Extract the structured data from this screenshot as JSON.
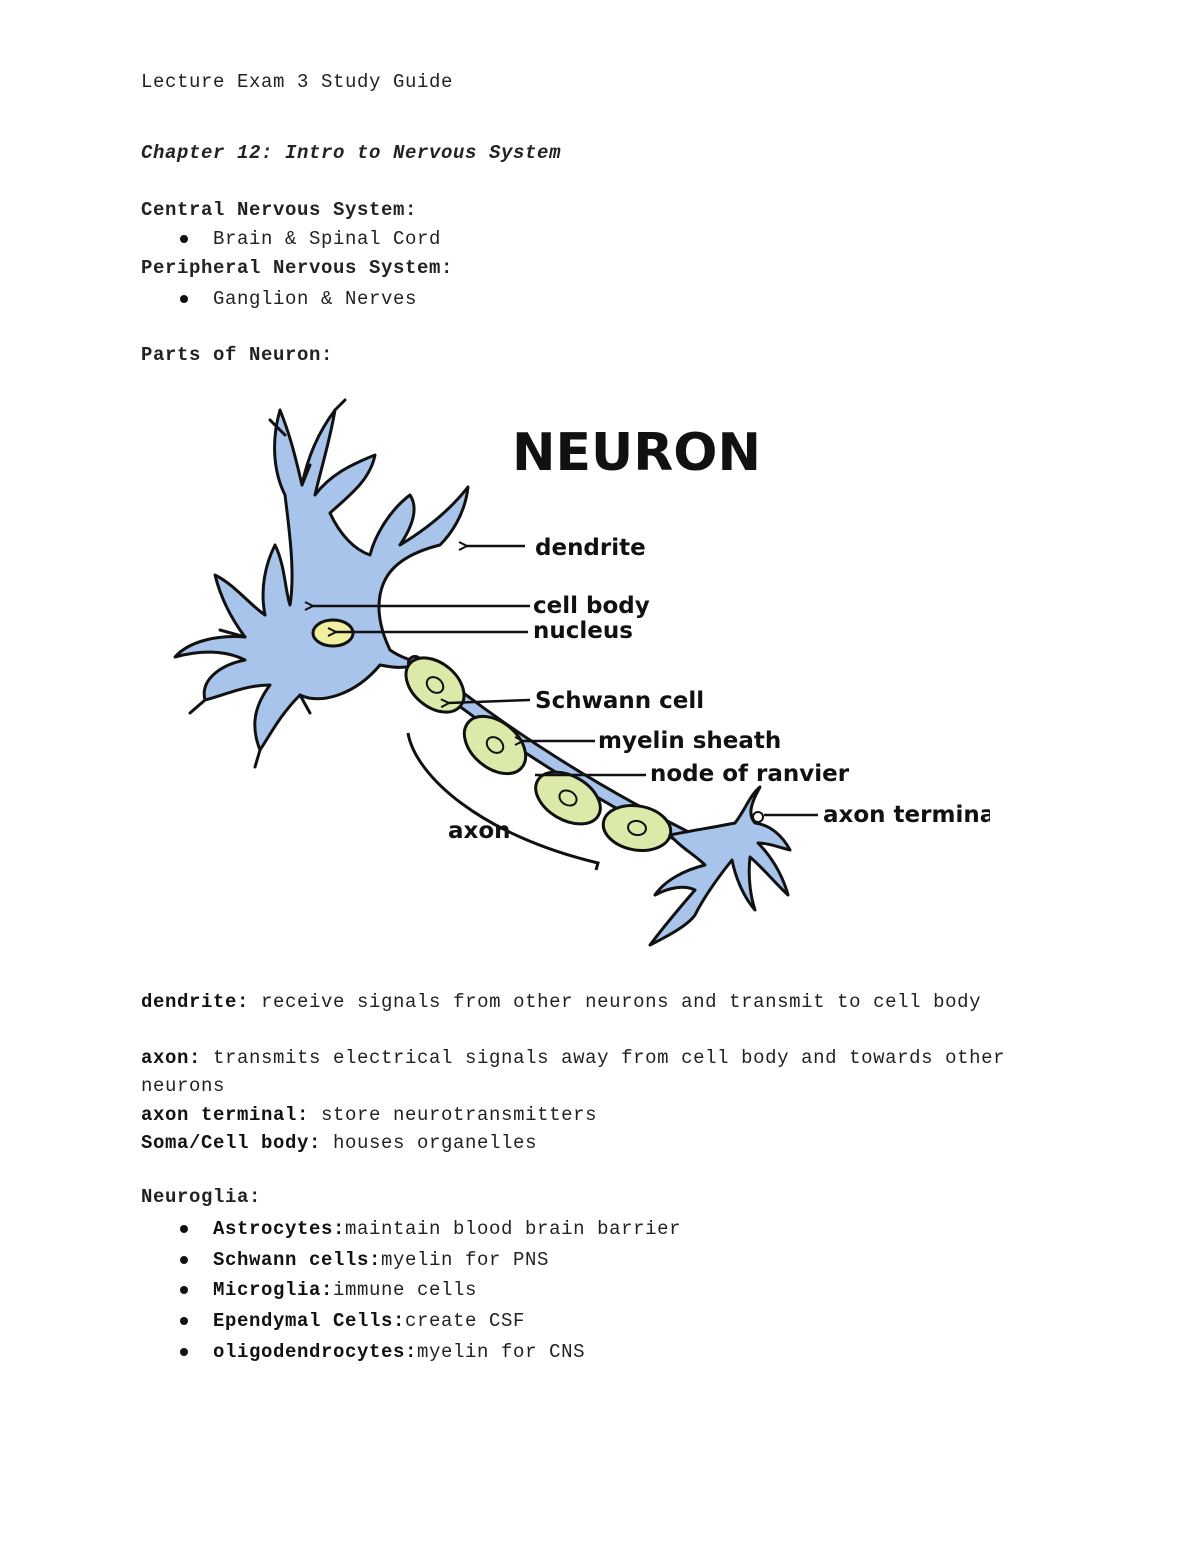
{
  "doc": {
    "title": "Lecture Exam 3 Study Guide",
    "chapter": "Chapter 12: Intro to Nervous System"
  },
  "cns": {
    "heading": "Central Nervous System:",
    "items": [
      "Brain & Spinal Cord"
    ]
  },
  "pns": {
    "heading": "Peripheral Nervous System:",
    "items": [
      "Ganglion & Nerves"
    ]
  },
  "neuron_section": {
    "heading": "Parts of Neuron:"
  },
  "diagram": {
    "title": "NEURON",
    "labels": {
      "dendrite": "dendrite",
      "cell_body": "cell body",
      "nucleus": "nucleus",
      "schwann": "Schwann cell",
      "myelin": "myelin sheath",
      "node": "node of ranvier",
      "axon_terminal": "axon terminal",
      "axon": "axon"
    },
    "colors": {
      "neuron_fill": "#a9c4ea",
      "myelin_fill": "#dbeaa8",
      "nucleus_fill": "#eef0a0",
      "outline": "#111111"
    }
  },
  "definitions": [
    {
      "term": "dendrite:",
      "text": " receive signals from other neurons and transmit to cell body"
    },
    {
      "term": "axon:",
      "text": " transmits electrical signals away from cell body and towards other neurons"
    },
    {
      "term": "axon terminal:",
      "text": " store neurotransmitters"
    },
    {
      "term": "Soma/Cell body:",
      "text": " houses organelles"
    }
  ],
  "neuroglia": {
    "heading": "Neuroglia:",
    "items": [
      {
        "term": "Astrocytes:",
        "text": " maintain blood brain barrier"
      },
      {
        "term": "Schwann cells:",
        "text": " myelin for PNS"
      },
      {
        "term": "Microglia:",
        "text": " immune cells"
      },
      {
        "term": "Ependymal Cells:",
        "text": " create CSF"
      },
      {
        "term": "oligodendrocytes:",
        "text": " myelin for CNS"
      }
    ]
  }
}
